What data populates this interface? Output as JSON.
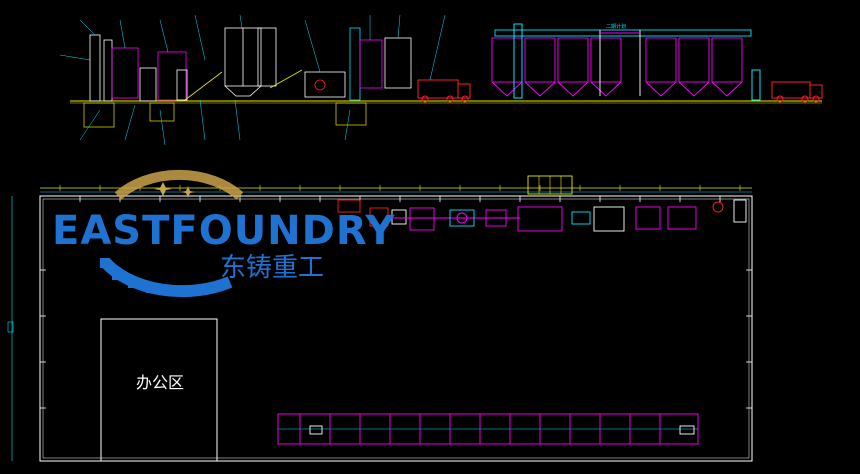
{
  "watermark": {
    "name_en": "EASTFOUNDRY",
    "name_cn": "东铸重工"
  },
  "floor_plan": {
    "office_label": "办公区",
    "workshop_label": "二期计划"
  },
  "colors": {
    "background": "#000000",
    "cad_cyan": "#00e5ff",
    "cad_magenta": "#ff00ff",
    "cad_red": "#ff2020",
    "cad_yellow": "#e8e800",
    "cad_white": "#ffffff",
    "brand_blue": "#1e73d2",
    "brand_gold": "#c9a24a"
  }
}
